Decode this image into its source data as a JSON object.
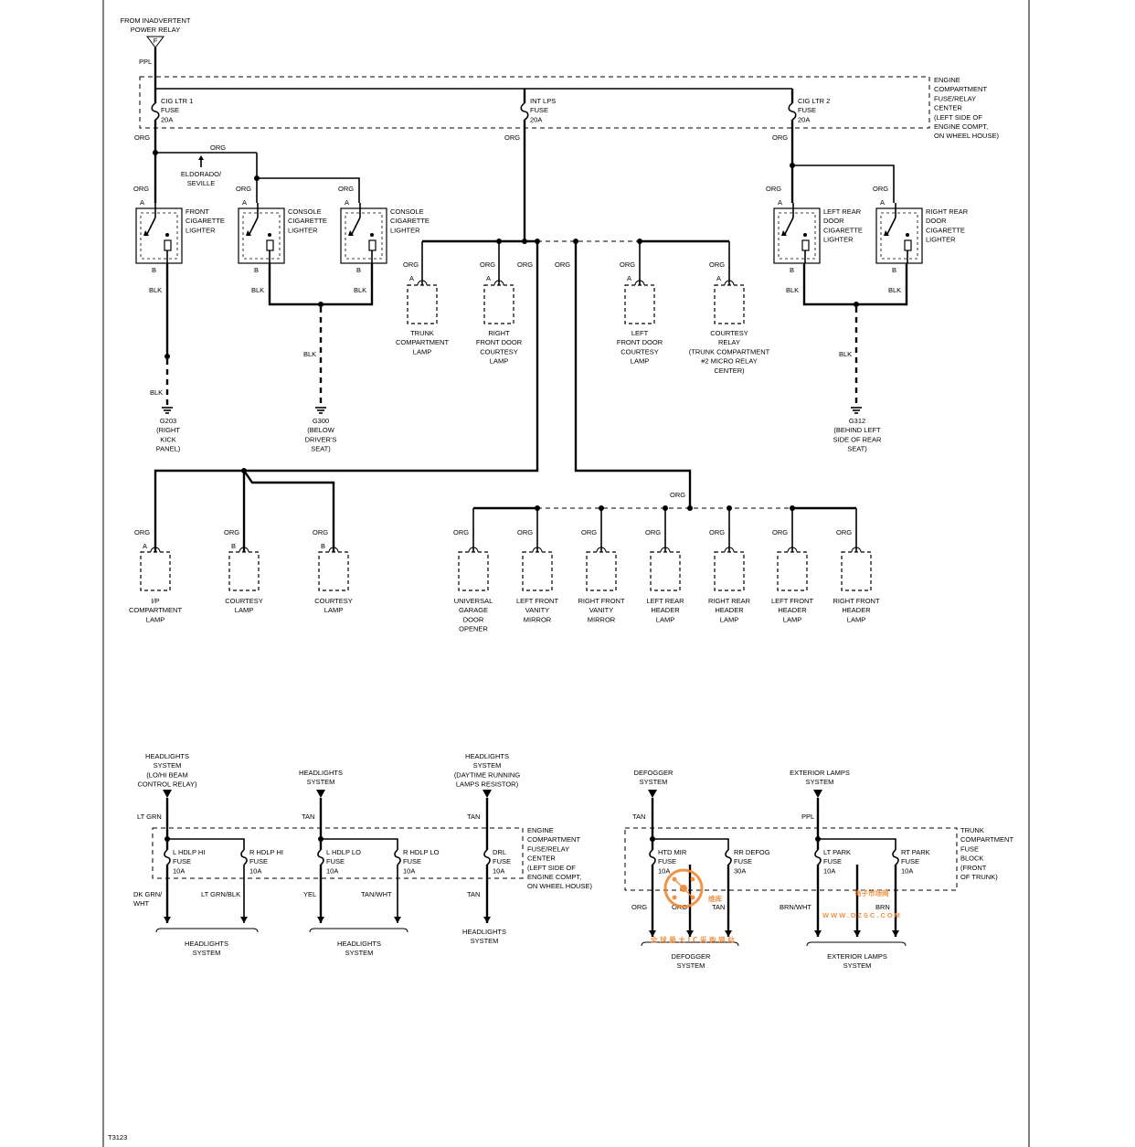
{
  "source": "FROM INADVERTENT\nPOWER RELAY",
  "source_pin": "F",
  "fusebox_top": "ENGINE\nCOMPARTMENT\nFUSE/RELAY\nCENTER\n(LEFT SIDE OF\nENGINE COMPT,\nON WHEEL HOUSE)",
  "fusebox_lower": "ENGINE\nCOMPARTMENT\nFUSE/RELAY\nCENTER\n(LEFT SIDE OF\nENGINE COMPT,\nON WHEEL HOUSE)",
  "fusebox_trunk": "TRUNK\nCOMPARTMENT\nFUSE\nBLOCK\n(FRONT\nOF TRUNK)",
  "fuses_top": [
    "CIG LTR 1\nFUSE\n20A",
    "INT LPS\nFUSE\n20A",
    "CIG LTR 2\nFUSE\n20A"
  ],
  "wire_colors": {
    "ppl": "PPL",
    "org": "ORG",
    "blk": "BLK",
    "lt_grn": "LT GRN",
    "tan": "TAN",
    "dk_grn_wht": "DK GRN/\nWHT",
    "lt_grn_blk": "LT GRN/BLK",
    "yel": "YEL",
    "tan_wht": "TAN/WHT",
    "brn_wht": "BRN/WHT",
    "brn": "BRN"
  },
  "pins": {
    "a": "A",
    "b": "B"
  },
  "eldorado_note": "ELDORADO/\nSEVILLE",
  "lighters": [
    "FRONT\nCIGARETTE\nLIGHTER",
    "CONSOLE\nCIGARETTE\nLIGHTER",
    "CONSOLE\nCIGARETTE\nLIGHTER",
    "LEFT REAR\nDOOR\nCIGARETTE\nLIGHTER",
    "RIGHT REAR\nDOOR\nCIGARETTE\nLIGHTER"
  ],
  "grounds": [
    "G203\n(RIGHT\nKICK\nPANEL)",
    "G300\n(BELOW\nDRIVER'S\nSEAT)",
    "G312\n(BEHIND LEFT\nSIDE OF REAR\nSEAT)"
  ],
  "lamps_row1": [
    "TRUNK\nCOMPARTMENT\nLAMP",
    "RIGHT\nFRONT DOOR\nCOURTESY\nLAMP",
    "LEFT\nFRONT DOOR\nCOURTESY\nLAMP",
    "COURTESY\nRELAY\n(TRUNK COMPARTMENT\n#2 MICRO RELAY\nCENTER)"
  ],
  "lamps_row2": [
    "I/P\nCOMPARTMENT\nLAMP",
    "COURTESY\nLAMP",
    "COURTESY\nLAMP"
  ],
  "lamps_row3": [
    "UNIVERSAL\nGARAGE\nDOOR\nOPENER",
    "LEFT FRONT\nVANITY\nMIRROR",
    "RIGHT FRONT\nVANITY\nMIRROR",
    "LEFT REAR\nHEADER\nLAMP",
    "RIGHT REAR\nHEADER\nLAMP",
    "LEFT FRONT\nHEADER\nLAMP",
    "RIGHT FRONT\nHEADER\nLAMP"
  ],
  "headlight_sources": [
    "HEADLIGHTS\nSYSTEM\n(LO/HI BEAM\nCONTROL RELAY)",
    "HEADLIGHTS\nSYSTEM",
    "HEADLIGHTS\nSYSTEM\n(DAYTIME RUNNING\nLAMPS RESISTOR)"
  ],
  "headlight_fuses": [
    "L HDLP HI\nFUSE\n10A",
    "R HDLP HI\nFUSE\n10A",
    "L HDLP LO\nFUSE\n10A",
    "R HDLP LO\nFUSE\n10A",
    "DRL\nFUSE\n10A"
  ],
  "headlight_outputs": [
    "HEADLIGHTS\nSYSTEM",
    "HEADLIGHTS\nSYSTEM",
    "HEADLIGHTS\nSYSTEM"
  ],
  "trunk_sources": [
    "DEFOGGER\nSYSTEM",
    "EXTERIOR LAMPS\nSYSTEM"
  ],
  "trunk_fuses": [
    "HTD MIR\nFUSE\n10A",
    "RR DEFOG\nFUSE\n30A",
    "LT PARK\nFUSE\n10A",
    "RT PARK\nFUSE\n10A"
  ],
  "trunk_outputs": [
    "DEFOGGER\nSYSTEM",
    "EXTERIOR LAMPS\nSYSTEM"
  ],
  "figure_id": "T3123",
  "watermark": {
    "brand_cn": "维库",
    "brand_cn_2": "电子市场网",
    "url": "WWW.DZSC.COM",
    "slogan": "全 球 最 大 I C 采 购 网 站",
    "color": "#f08a36"
  }
}
